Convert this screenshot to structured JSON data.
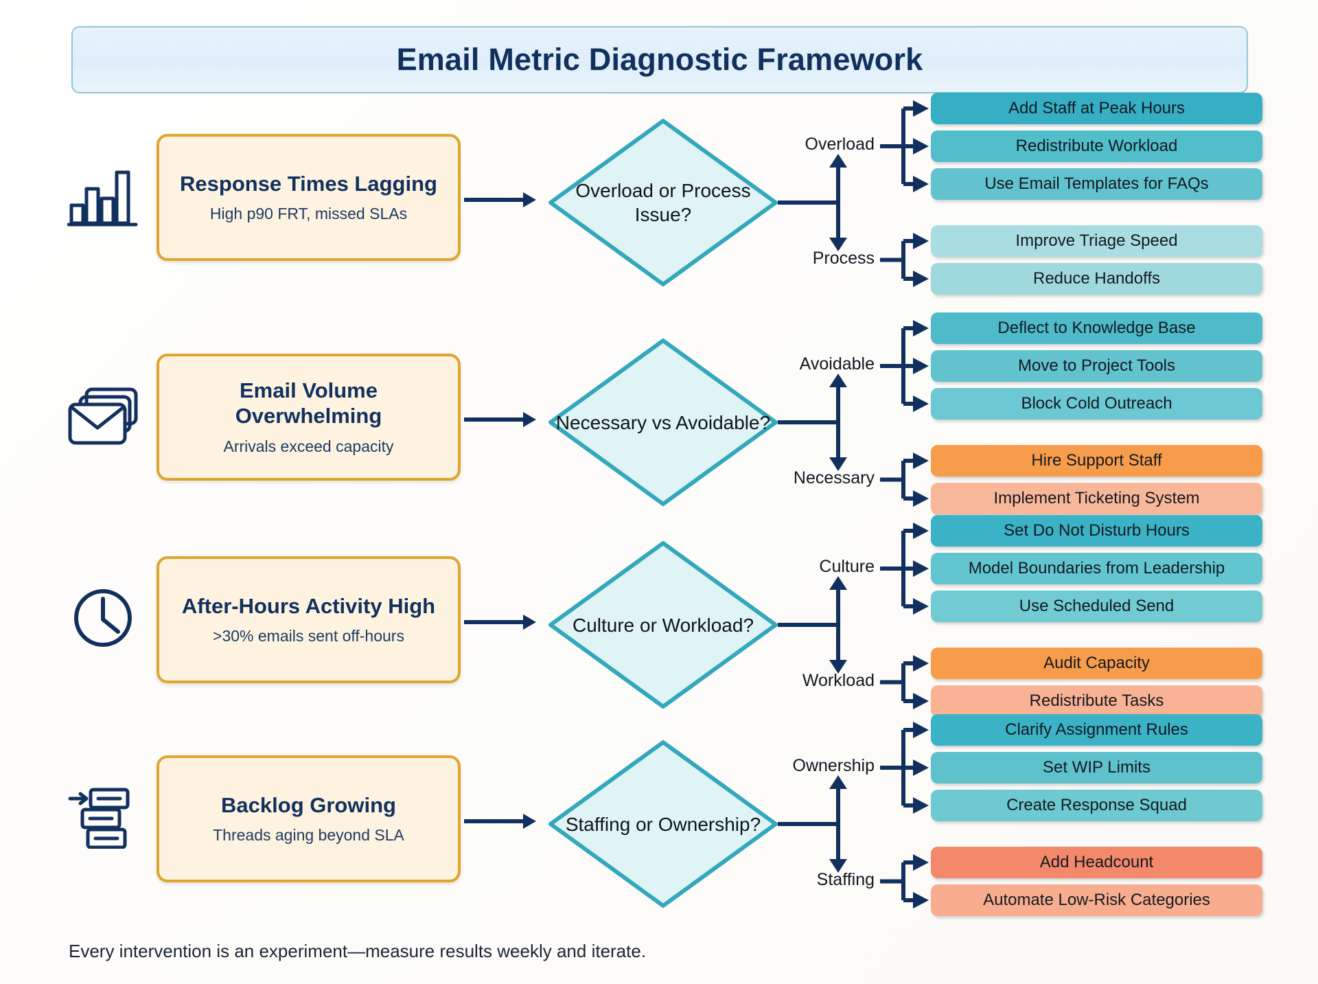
{
  "header": {
    "title": "Email Metric Diagnostic Framework"
  },
  "footer": {
    "note": "Every intervention is an experiment—measure results weekly and iterate."
  },
  "palette": {
    "navy": "#12305e",
    "card_bg": "#fdf3e0",
    "card_border": "#e0a52e",
    "diamond_fill": "#e0f3f5",
    "diamond_border": "#33a8bd",
    "teal_dark": "#36afc4",
    "teal_mid": "#62c3cf",
    "teal_light": "#8ed3da",
    "teal_pale": "#a9dde1",
    "orange_dark": "#f79c4b",
    "orange_light": "#f9b79a",
    "coral_dark": "#f4886a",
    "coral_light": "#f9ad8f"
  },
  "rows": [
    {
      "icon": "bar-chart-icon",
      "problem": {
        "title": "Response Times Lagging",
        "subtitle": "High p90 FRT, missed SLAs"
      },
      "decision": "Overload or Process Issue?",
      "branches": [
        {
          "label": "Overload",
          "actions": [
            {
              "text": "Add Staff at Peak Hours",
              "color": "#36afc4"
            },
            {
              "text": "Redistribute Workload",
              "color": "#52bdcb"
            },
            {
              "text": "Use Email Templates for FAQs",
              "color": "#62c3cf"
            }
          ]
        },
        {
          "label": "Process",
          "actions": [
            {
              "text": "Improve Triage Speed",
              "color": "#a9dde1"
            },
            {
              "text": "Reduce Handoffs",
              "color": "#9fd9de"
            }
          ]
        }
      ]
    },
    {
      "icon": "email-stack-icon",
      "problem": {
        "title": "Email Volume Overwhelming",
        "subtitle": "Arrivals exceed capacity"
      },
      "decision": "Necessary vs Avoidable?",
      "branches": [
        {
          "label": "Avoidable",
          "actions": [
            {
              "text": "Deflect to Knowledge Base",
              "color": "#4fbac9"
            },
            {
              "text": "Move to Project Tools",
              "color": "#62c3cf"
            },
            {
              "text": "Block Cold Outreach",
              "color": "#6cc8d2"
            }
          ]
        },
        {
          "label": "Necessary",
          "actions": [
            {
              "text": "Hire Support Staff",
              "color": "#f79c4b"
            },
            {
              "text": "Implement Ticketing System",
              "color": "#f9b79a"
            }
          ]
        }
      ]
    },
    {
      "icon": "clock-icon",
      "problem": {
        "title": "After-Hours Activity High",
        "subtitle": ">30% emails sent off-hours"
      },
      "decision": "Culture or Workload?",
      "branches": [
        {
          "label": "Culture",
          "actions": [
            {
              "text": "Set Do Not Disturb Hours",
              "color": "#3bb2c6"
            },
            {
              "text": "Model Boundaries from Leadership",
              "color": "#63c5cf"
            },
            {
              "text": "Use Scheduled Send",
              "color": "#72cbd3"
            }
          ]
        },
        {
          "label": "Workload",
          "actions": [
            {
              "text": "Audit Capacity",
              "color": "#f79c4b"
            },
            {
              "text": "Redistribute Tasks",
              "color": "#f9b294"
            }
          ]
        }
      ]
    },
    {
      "icon": "backlog-icon",
      "problem": {
        "title": "Backlog Growing",
        "subtitle": "Threads aging beyond SLA"
      },
      "decision": "Staffing or Ownership?",
      "branches": [
        {
          "label": "Ownership",
          "actions": [
            {
              "text": "Clarify Assignment Rules",
              "color": "#3bb2c6"
            },
            {
              "text": "Set WIP Limits",
              "color": "#5ec1cc"
            },
            {
              "text": "Create Response Squad",
              "color": "#6ec9d1"
            }
          ]
        },
        {
          "label": "Staffing",
          "actions": [
            {
              "text": "Add Headcount",
              "color": "#f4886a"
            },
            {
              "text": "Automate Low-Risk Categories",
              "color": "#f9ad8f"
            }
          ]
        }
      ]
    }
  ]
}
